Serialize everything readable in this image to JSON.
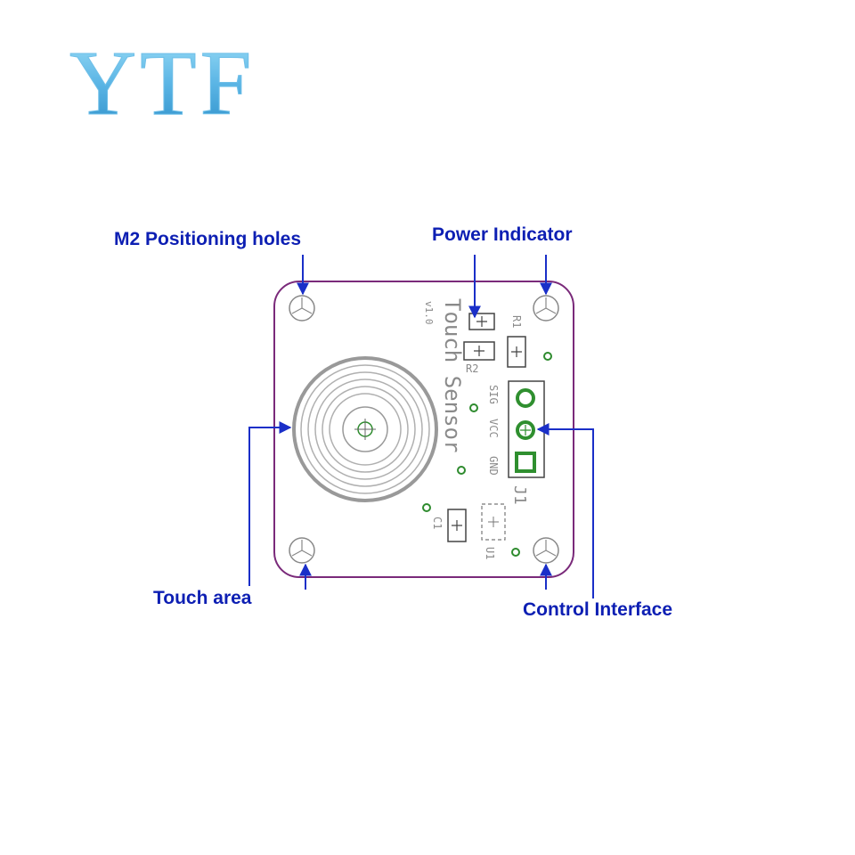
{
  "logo": {
    "text": "YTF"
  },
  "callouts": {
    "positioning_holes": "M2 Positioning holes",
    "power_indicator": "Power Indicator",
    "touch_area": "Touch area",
    "control_interface": "Control Interface"
  },
  "silkscreen": {
    "board_name": "Touch Sensor",
    "version": "v1.0",
    "r1": "R1",
    "r2": "R2",
    "c1": "C1",
    "u1": "U1",
    "j1": "J1",
    "pin_sig": "SIG",
    "pin_vcc": "VCC",
    "pin_gnd": "GND"
  },
  "colors": {
    "callout_text": "#0d1fb3",
    "arrow": "#1a2fc8",
    "board_outline": "#7a2a7a",
    "via_green": "#2e8b2e",
    "pad_green": "#2f8f2f",
    "silkscreen_gray": "#8a8a8a",
    "logo_gradient_top": "#7fd0f0",
    "logo_gradient_bottom": "#2c8ec8"
  }
}
